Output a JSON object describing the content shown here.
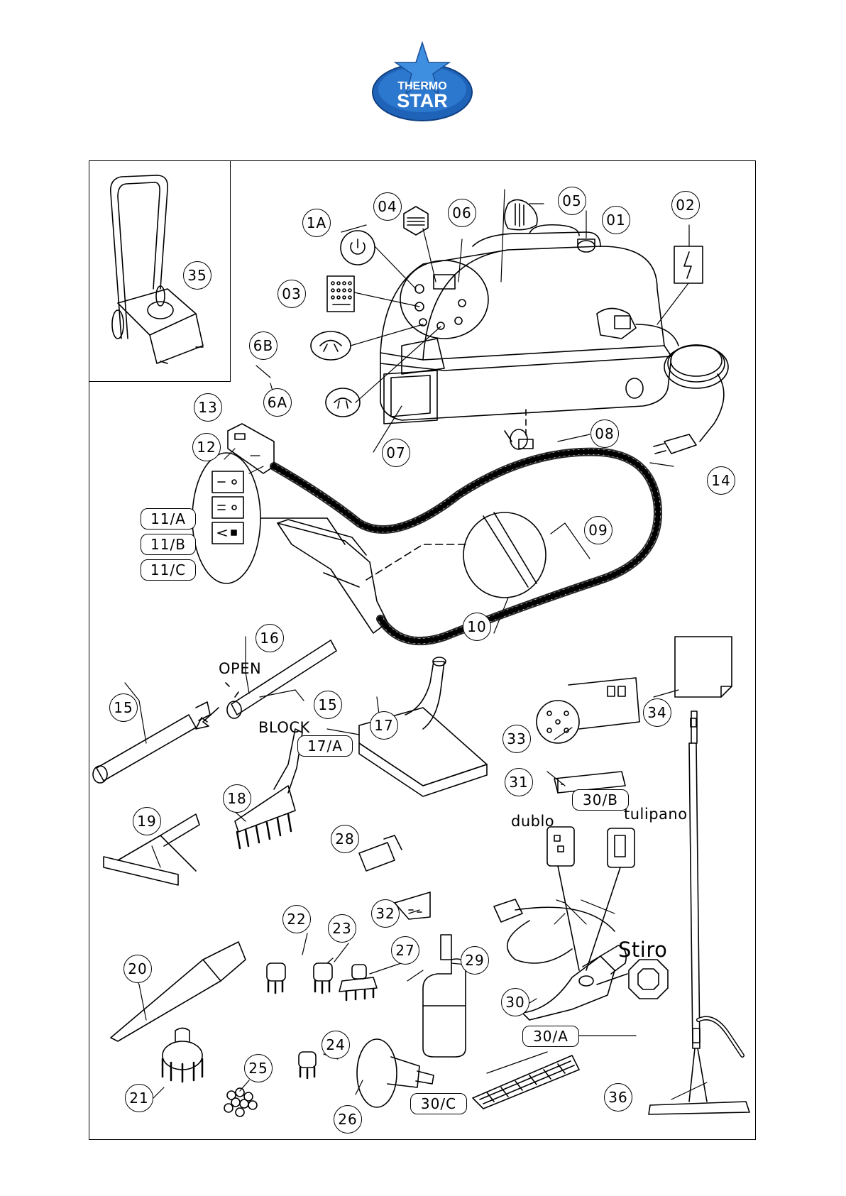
{
  "logo": {
    "line1": "THERMO",
    "line2": "STAR",
    "colors": {
      "badge": "#1f63b8",
      "star": "#3f8fe0",
      "text": "#ffffff"
    }
  },
  "inset_label": "35",
  "parts": {
    "p01": "01",
    "p02": "02",
    "p03": "03",
    "p04": "04",
    "p05": "05",
    "p06": "06",
    "p1a": "1A",
    "p6a": "6A",
    "p6b": "6B",
    "p07": "07",
    "p08": "08",
    "p09": "09",
    "p10": "10",
    "p12": "12",
    "p13": "13",
    "p14": "14",
    "p11a": "11/A",
    "p11b": "11/B",
    "p11c": "11/C",
    "p15a": "15",
    "p15b": "15",
    "p16": "16",
    "p17": "17",
    "p17a": "17/A",
    "p18": "18",
    "p19": "19",
    "p20": "20",
    "p21": "21",
    "p22": "22",
    "p23": "23",
    "p24": "24",
    "p25": "25",
    "p26": "26",
    "p27": "27",
    "p28": "28",
    "p29": "29",
    "p30": "30",
    "p30a": "30/A",
    "p30b": "30/B",
    "p30c": "30/C",
    "p31": "31",
    "p32": "32",
    "p33": "33",
    "p34": "34",
    "p36": "36"
  },
  "labels": {
    "open": "OPEN",
    "block": "BLOCK",
    "dublo": "dublo",
    "tulipano": "tulipano",
    "stiro": "Stiro"
  }
}
